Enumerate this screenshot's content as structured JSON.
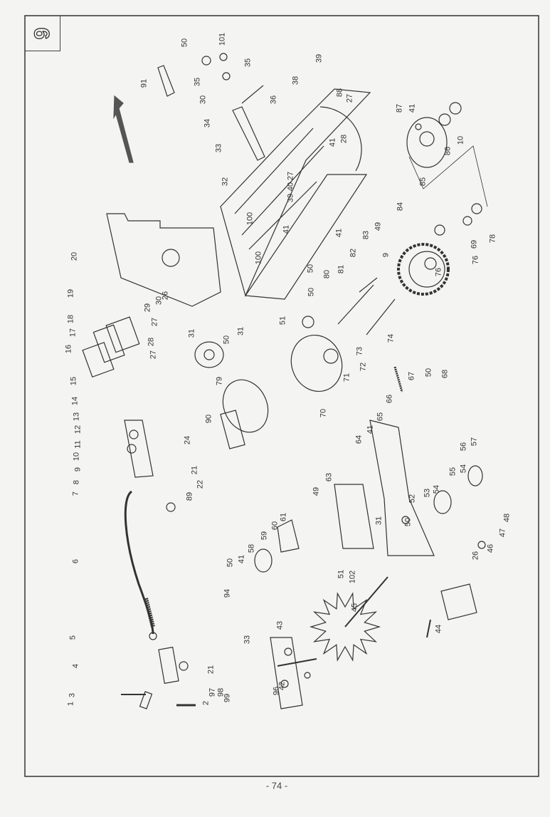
{
  "section_number": "9",
  "page_number": "- 74 -",
  "part_labels": [
    "50",
    "101",
    "35",
    "35",
    "30",
    "34",
    "33",
    "36",
    "91",
    "32",
    "20",
    "100",
    "100",
    "39",
    "38",
    "88",
    "27",
    "87",
    "41",
    "41",
    "28",
    "10",
    "86",
    "85",
    "27",
    "40",
    "39",
    "41",
    "41",
    "84",
    "49",
    "83",
    "82",
    "81",
    "80",
    "50",
    "50",
    "9",
    "76",
    "76",
    "69",
    "78",
    "51",
    "19",
    "18",
    "17",
    "16",
    "29",
    "30",
    "26",
    "27",
    "28",
    "27",
    "31",
    "50",
    "31",
    "79",
    "15",
    "14",
    "13",
    "12",
    "11",
    "10",
    "9",
    "8",
    "7",
    "90",
    "24",
    "21",
    "22",
    "89",
    "70",
    "71",
    "72",
    "73",
    "74",
    "68",
    "67",
    "50",
    "66",
    "65",
    "41",
    "64",
    "57",
    "56",
    "55",
    "54",
    "54",
    "53",
    "52",
    "50",
    "31",
    "49",
    "63",
    "61",
    "60",
    "59",
    "58",
    "51",
    "102",
    "50",
    "41",
    "48",
    "47",
    "46",
    "26",
    "6",
    "94",
    "5",
    "4",
    "45",
    "44",
    "43",
    "33",
    "42",
    "96",
    "99",
    "98",
    "97",
    "3",
    "1",
    "21",
    "2"
  ],
  "colors": {
    "ink": "#2a2a2a",
    "paper": "#f4f4f2",
    "arrow": "#555555"
  }
}
